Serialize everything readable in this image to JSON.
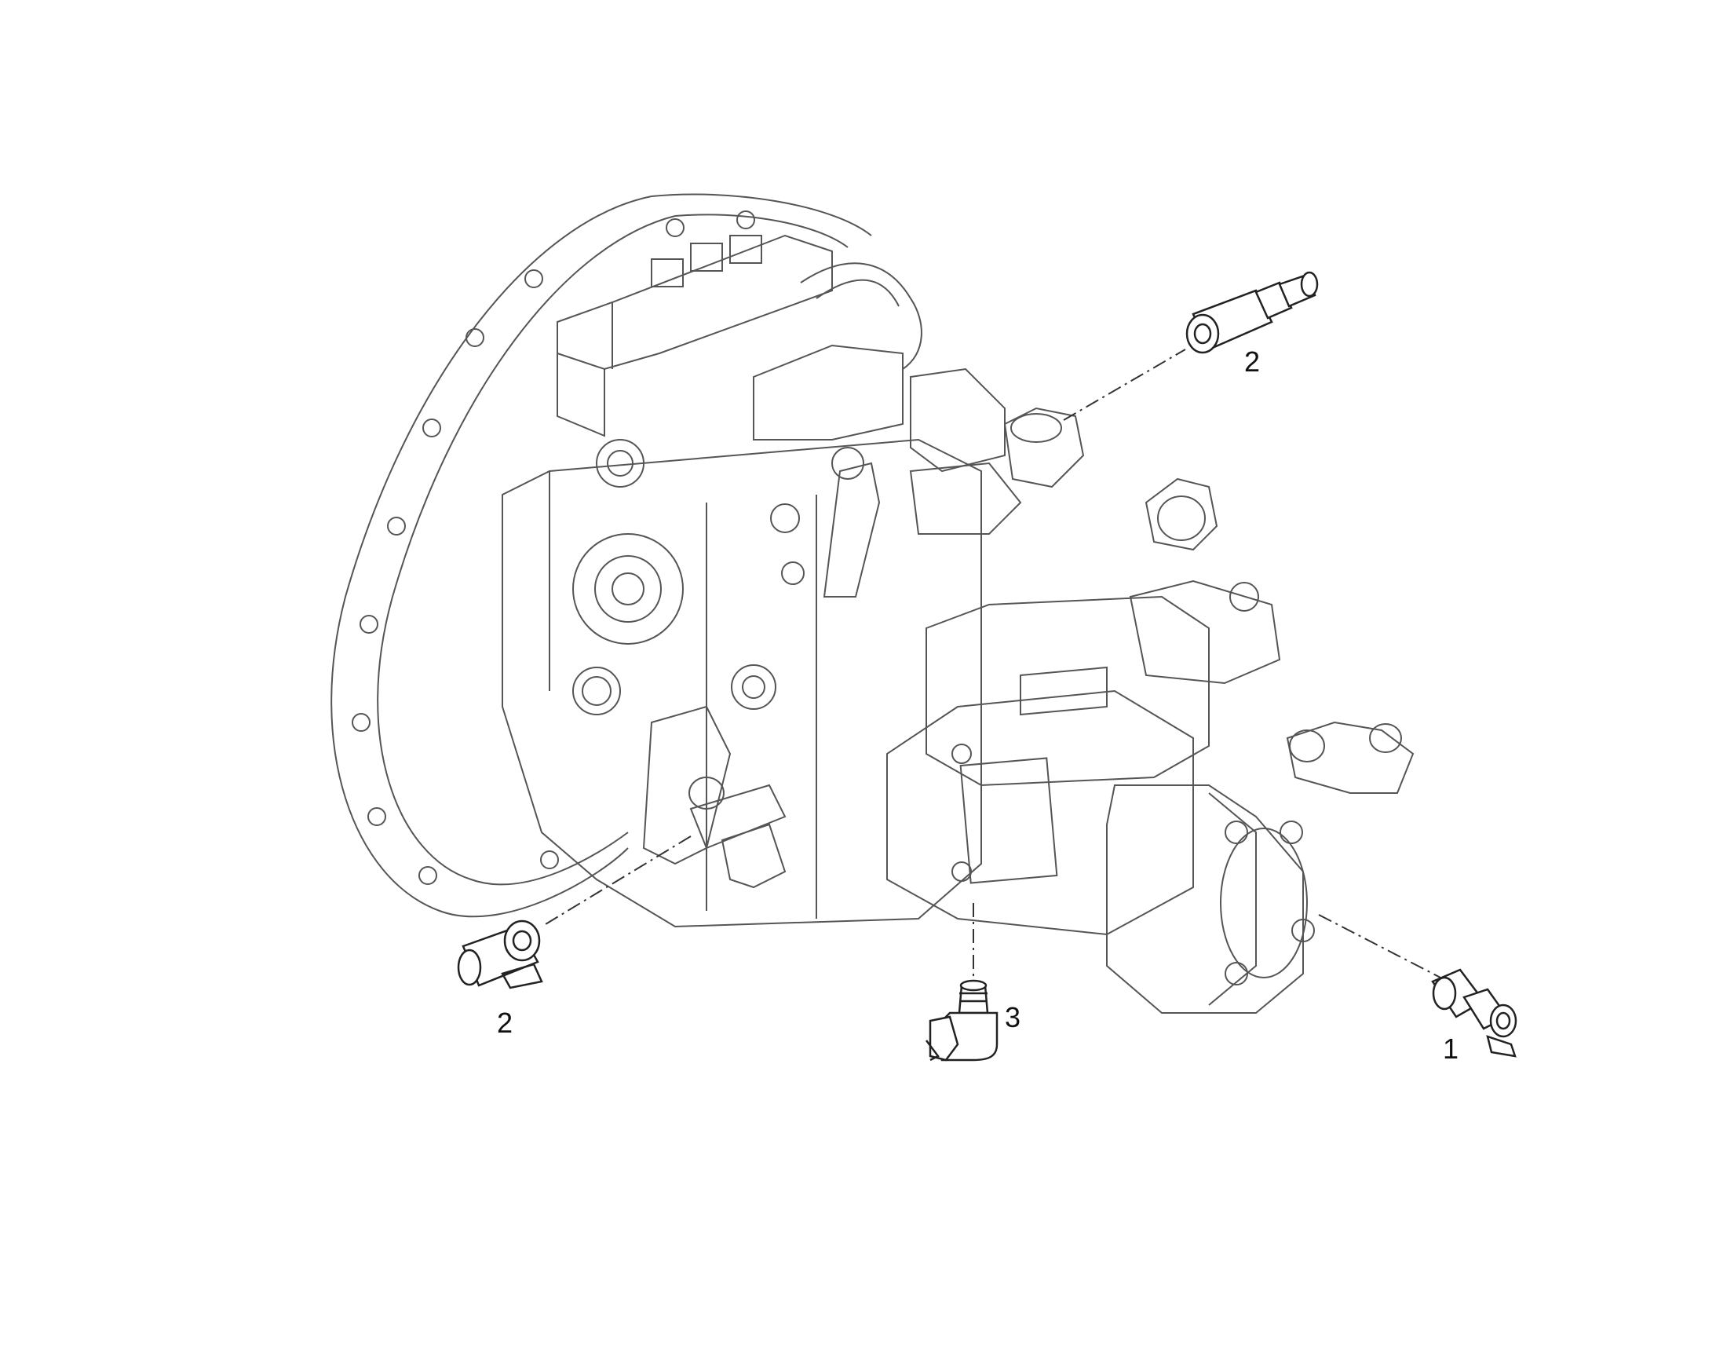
{
  "diagram": {
    "callouts": [
      {
        "id": "callout-2-top",
        "label": "2"
      },
      {
        "id": "callout-2-left",
        "label": "2"
      },
      {
        "id": "callout-3",
        "label": "3"
      },
      {
        "id": "callout-1",
        "label": "1"
      }
    ],
    "colors": {
      "line": "#555555",
      "label": "#111111",
      "background": "#ffffff"
    }
  }
}
